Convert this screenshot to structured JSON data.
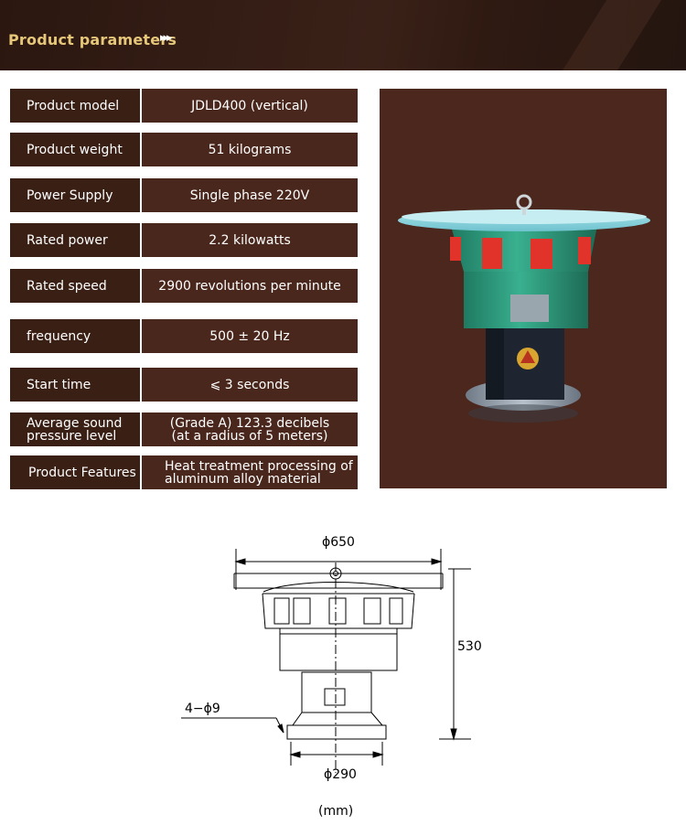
{
  "header": {
    "title": "Product parameters",
    "arrows": "▸▸▸"
  },
  "params": [
    {
      "label": "Product model",
      "value": "JDLD400 (vertical)"
    },
    {
      "label": "Product weight",
      "value": "51 kilograms"
    },
    {
      "label": "Power Supply",
      "value": "Single phase 220V"
    },
    {
      "label": "Rated power",
      "value": "2.2 kilowatts"
    },
    {
      "label": "Rated speed",
      "value": "2900 revolutions per minute"
    },
    {
      "label": "frequency",
      "value": "500 ± 20 Hz"
    },
    {
      "label": "Start time",
      "value": "⩽ 3 seconds"
    },
    {
      "label_line1": "Average sound",
      "label_line2": "pressure level",
      "value_line1": "(Grade A) 123.3 decibels",
      "value_line2": "(at a radius of 5 meters)"
    },
    {
      "label": "Product Features",
      "value_line1": "Heat treatment processing of",
      "value_line2": "aluminum alloy material"
    }
  ],
  "diagram": {
    "top_diameter": "ϕ650",
    "height": "530",
    "holes": "4−ϕ9",
    "base_diameter": "ϕ290",
    "unit": "(mm)"
  }
}
